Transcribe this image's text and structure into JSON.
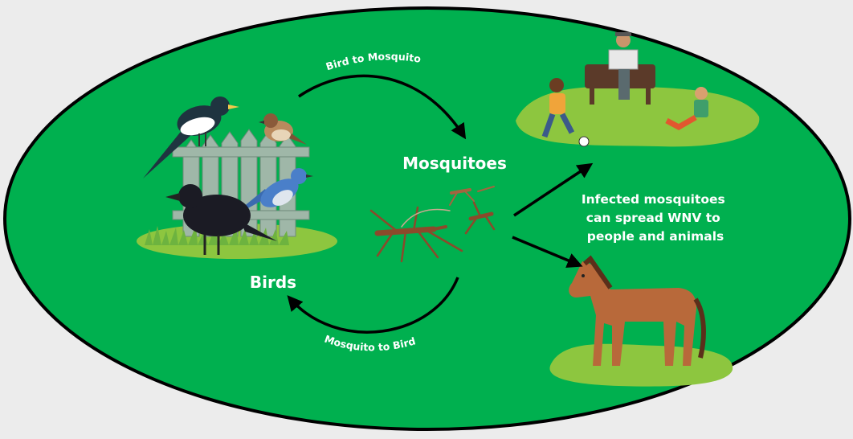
{
  "labels": {
    "mosquitoes": "Mosquitoes",
    "birds": "Birds",
    "bird_to_mosquito": "Bird to Mosquito",
    "mosquito_to_bird": "Mosquito to Bird",
    "info_lines": [
      "Infected mosquitoes",
      "can spread WNV to",
      "people and animals"
    ]
  },
  "colors": {
    "background": "#ececec",
    "oval_fill": "#00b04f",
    "grass": "#8dc63f",
    "arrow": "#000000",
    "text": "#ffffff",
    "mosquito": "#8b4a2b",
    "horse": "#b8693a"
  },
  "icons": [
    "birds-illustration",
    "mosquito-icon",
    "people-park-illustration",
    "horse-illustration"
  ]
}
